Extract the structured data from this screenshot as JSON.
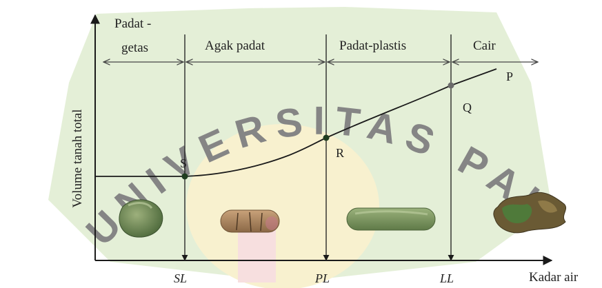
{
  "colors": {
    "watermark_green": "#cfe3b8",
    "watermark_yellow": "#f3e6a8",
    "watermark_red": "#f2c6c6",
    "line": "#1a1a1a",
    "point": "#1f3d1f",
    "point_q": "#6b6b6b"
  },
  "watermark": {
    "text": "UNIVERSITAS PALANGKARAYA"
  },
  "zones": [
    {
      "label_top": "Padat -",
      "label_bottom": "getas"
    },
    {
      "label": "Agak padat"
    },
    {
      "label": "Padat-plastis"
    },
    {
      "label": "Cair"
    }
  ],
  "axes": {
    "y_label": "Volume tanah total",
    "x_label": "Kadar air"
  },
  "limits": {
    "sl": "SL",
    "pl": "PL",
    "ll": "LL"
  },
  "points": {
    "s": "S",
    "r": "R",
    "q": "Q",
    "p": "P"
  },
  "soil_samples": [
    {
      "state": "solid-brittle",
      "icon": "rounded-clod-icon"
    },
    {
      "state": "semi-solid",
      "icon": "cracked-roll-icon"
    },
    {
      "state": "plastic",
      "icon": "smooth-roll-icon"
    },
    {
      "state": "liquid",
      "icon": "slumped-mass-icon"
    }
  ]
}
